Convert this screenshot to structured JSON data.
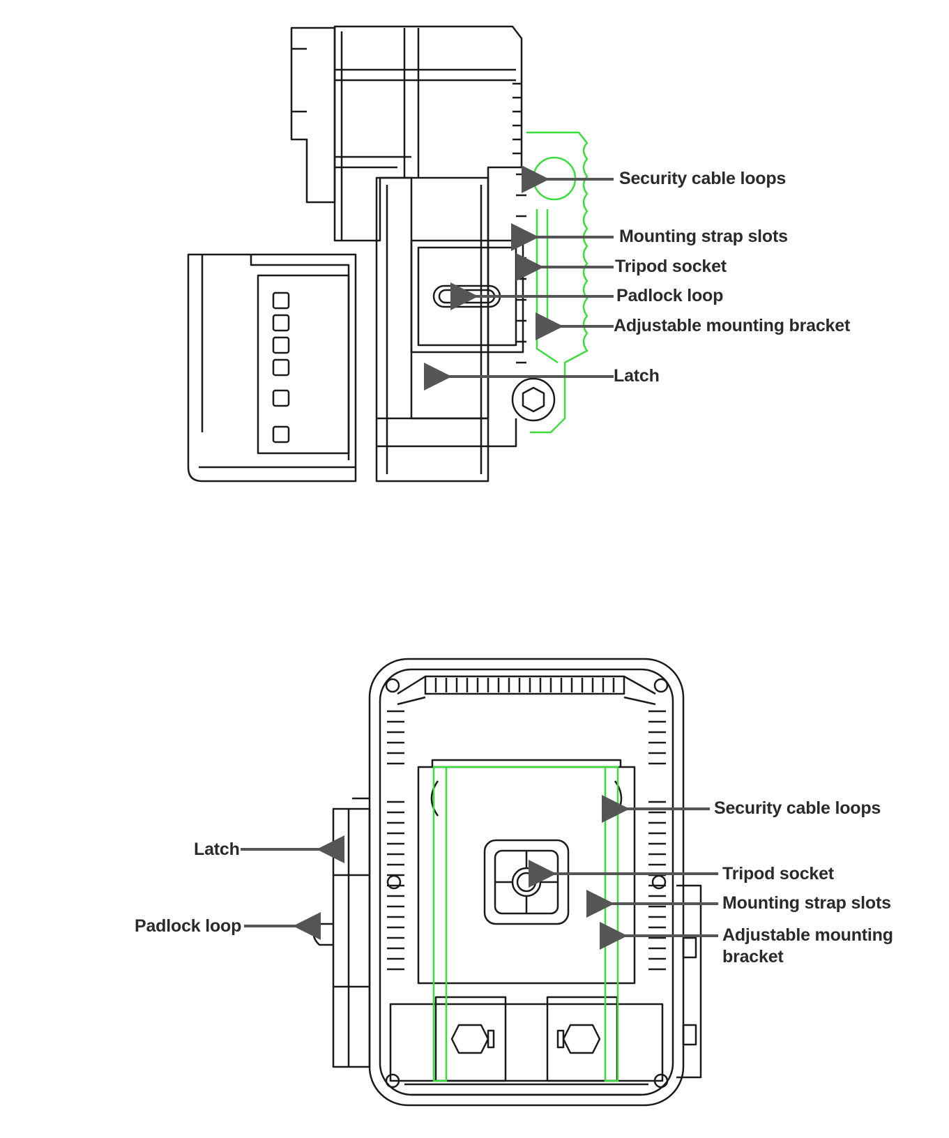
{
  "side_view": {
    "labels": {
      "security_cable_loops": "Security cable loops",
      "mounting_strap_slots": "Mounting strap slots",
      "tripod_socket": "Tripod socket",
      "padlock_loop": "Padlock loop",
      "adjustable_mounting_bracket": "Adjustable mounting bracket",
      "latch": "Latch"
    }
  },
  "back_view": {
    "labels": {
      "security_cable_loops": "Security cable loops",
      "tripod_socket": "Tripod socket",
      "mounting_strap_slots": "Mounting strap slots",
      "adjustable_mounting_bracket": "Adjustable mounting\nbracket",
      "latch": "Latch",
      "padlock_loop": "Padlock loop"
    }
  },
  "colors": {
    "line": "#1a1a1a",
    "bracket": "#3ddc3d",
    "arrow": "#555555",
    "text": "#2a2a2a"
  }
}
